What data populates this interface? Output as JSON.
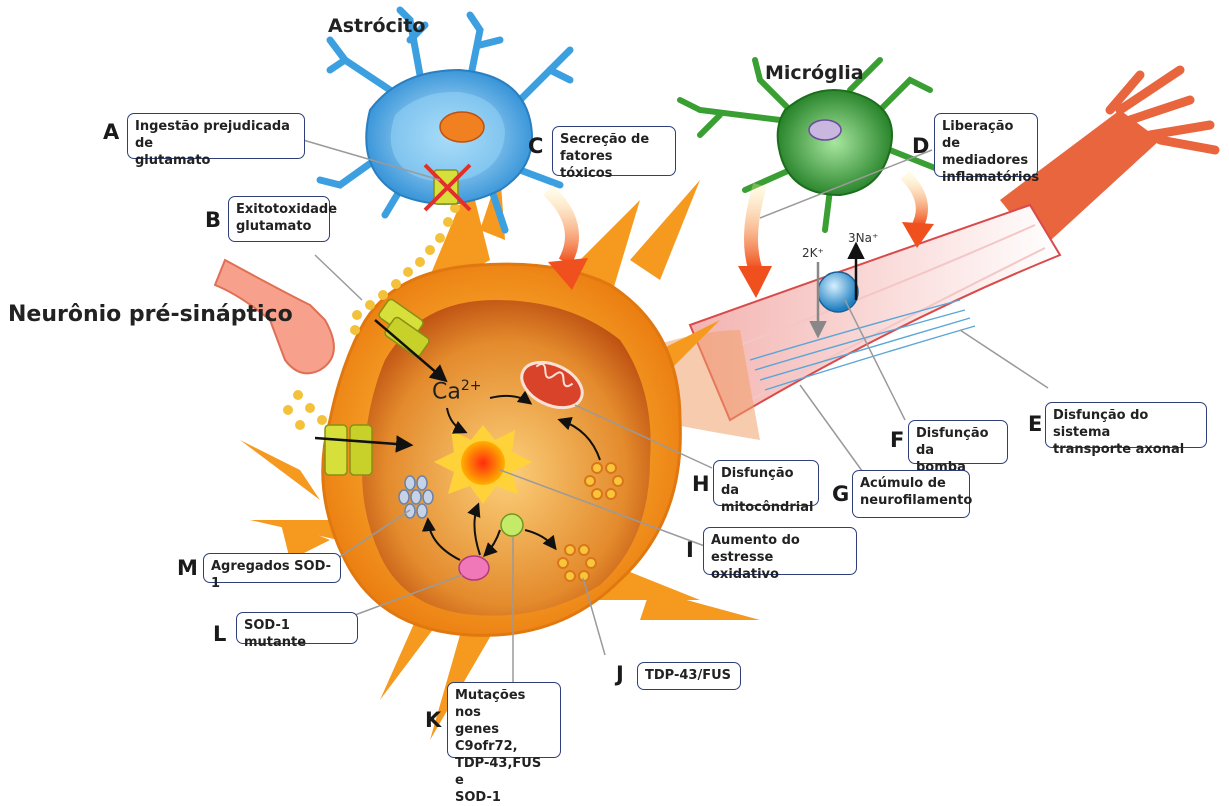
{
  "titles": {
    "astrocyte": "Astrócito",
    "microglia": "Micróglia",
    "presynaptic": "Neurônio pré-sináptico"
  },
  "ions": {
    "calcium": "Ca",
    "calcium_charge": "2+",
    "potassium": "2K⁺",
    "sodium": "3Na⁺"
  },
  "labels": [
    {
      "letter": "A",
      "text": "Ingestão prejudicada de\nglutamato"
    },
    {
      "letter": "B",
      "text": "Exitotoxidade\nglutamato"
    },
    {
      "letter": "C",
      "text": "Secreção de\nfatores tóxicos"
    },
    {
      "letter": "D",
      "text": "Liberação de\nmediadores\ninflamatórios"
    },
    {
      "letter": "E",
      "text": "Disfunção do sistema\ntransporte axonal"
    },
    {
      "letter": "F",
      "text": "Disfunção da\nbomba"
    },
    {
      "letter": "G",
      "text": "Acúmulo de\nneurofilamento"
    },
    {
      "letter": "H",
      "text": "Disfunção da\nmitocôndrial"
    },
    {
      "letter": "I",
      "text": "Aumento do estresse\noxidativo"
    },
    {
      "letter": "J",
      "text": "TDP-43/FUS"
    },
    {
      "letter": "K",
      "text": "Mutações nos\ngenes C9ofr72,\nTDP-43,FUS e\nSOD-1"
    },
    {
      "letter": "L",
      "text": "SOD-1 mutante"
    },
    {
      "letter": "M",
      "text": "Agregados SOD-1"
    }
  ],
  "colors": {
    "neuron": "#f59a1e",
    "neuron_inner": "#c64f0f",
    "astrocyte": "#3b9fe0",
    "microglia": "#2f9a2f",
    "axon_sheath": "#e0505a",
    "arrow": "#f0642a",
    "box_border": "#2f3f7a"
  }
}
